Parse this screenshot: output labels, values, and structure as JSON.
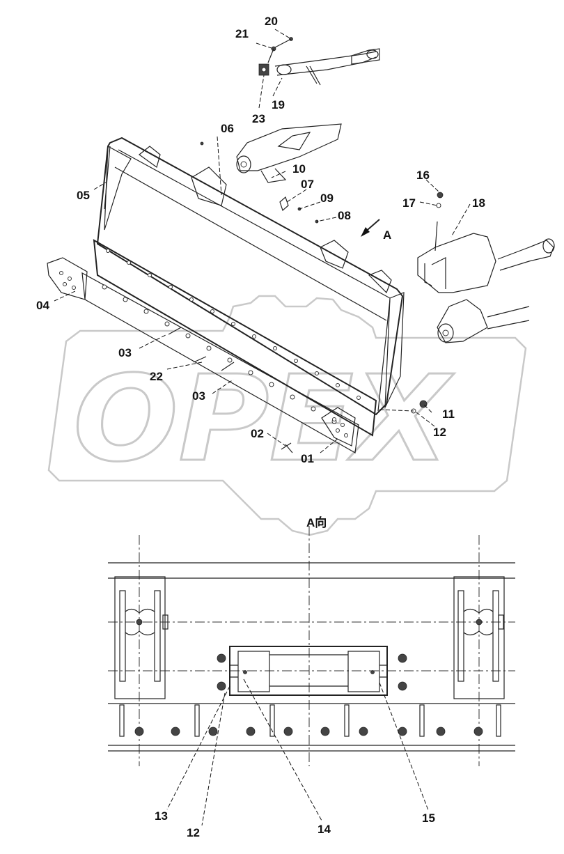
{
  "watermark": {
    "text": "OPEX"
  },
  "view_caption": "A向",
  "direction_label": "A",
  "part_labels": {
    "p01": "01",
    "p02": "02",
    "p03a": "03",
    "p03b": "03",
    "p04": "04",
    "p05": "05",
    "p06": "06",
    "p07": "07",
    "p08": "08",
    "p09": "09",
    "p10": "10",
    "p11": "11",
    "p12a": "12",
    "p12b": "12",
    "p13": "13",
    "p14": "14",
    "p15": "15",
    "p16": "16",
    "p17": "17",
    "p18": "18",
    "p19": "19",
    "p20": "20",
    "p21": "21",
    "p22": "22",
    "p23": "23"
  }
}
